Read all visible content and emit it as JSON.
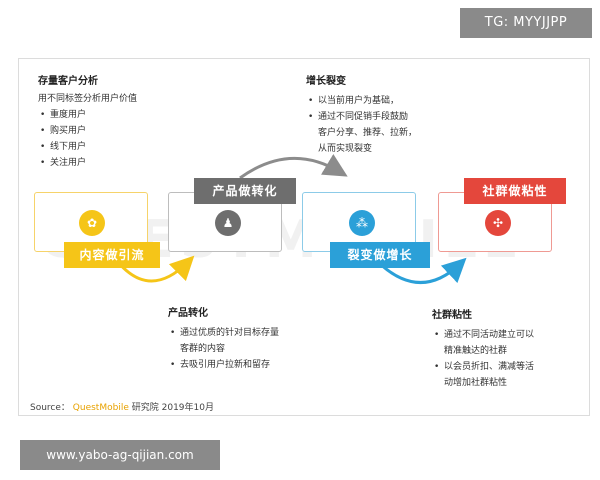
{
  "tg_badge": "TG: MYYJJPP",
  "website_badge": "www.yabo-ag-qijian.com",
  "background_watermark": "QUESTMOBILE",
  "colors": {
    "yellow": "#f5c518",
    "gray": "#6e6e6e",
    "blue": "#2ba0d8",
    "red": "#e4473c",
    "arrow_gray": "#8c8c8c"
  },
  "stages": [
    {
      "label": "内容做引流",
      "icon": "leaf-icon",
      "icon_glyph": "✿",
      "color": "#f5c518",
      "border": "#f6d36a"
    },
    {
      "label": "产品做转化",
      "icon": "user-icon",
      "icon_glyph": "♟",
      "color": "#6e6e6e",
      "border": "#bdbdbd"
    },
    {
      "label": "裂变做增长",
      "icon": "group-icon",
      "icon_glyph": "⁂",
      "color": "#2ba0d8",
      "border": "#8ccbe8"
    },
    {
      "label": "社群做粘性",
      "icon": "network-icon",
      "icon_glyph": "✣",
      "color": "#e4473c",
      "border": "#ef9a93"
    }
  ],
  "blocks": {
    "stock": {
      "title": "存量客户分析",
      "intro": "用不同标签分析用户价值",
      "items": [
        "重度用户",
        "购买用户",
        "线下用户",
        "关注用户"
      ]
    },
    "growth": {
      "title": "增长裂变",
      "items": [
        "以当前用户为基础，",
        "通过不同促销手段鼓励"
      ],
      "continuation": [
        "客户分享、推荐、拉新，",
        "从而实现裂变"
      ]
    },
    "product": {
      "title": "产品转化",
      "items": [
        {
          "line1": "通过优质的针对目标存量",
          "line2": "客群的内容"
        },
        {
          "line1": "去吸引用户拉新和留存",
          "line2": ""
        }
      ]
    },
    "community": {
      "title": "社群粘性",
      "items": [
        {
          "line1": "通过不同活动建立可以",
          "line2": "精准触达的社群"
        },
        {
          "line1": "以会员折扣、满减等活",
          "line2": "动增加社群粘性"
        }
      ]
    }
  },
  "source": {
    "prefix": "Source：",
    "brand": "QuestMobile",
    "suffix": "研究院 2019年10月"
  }
}
